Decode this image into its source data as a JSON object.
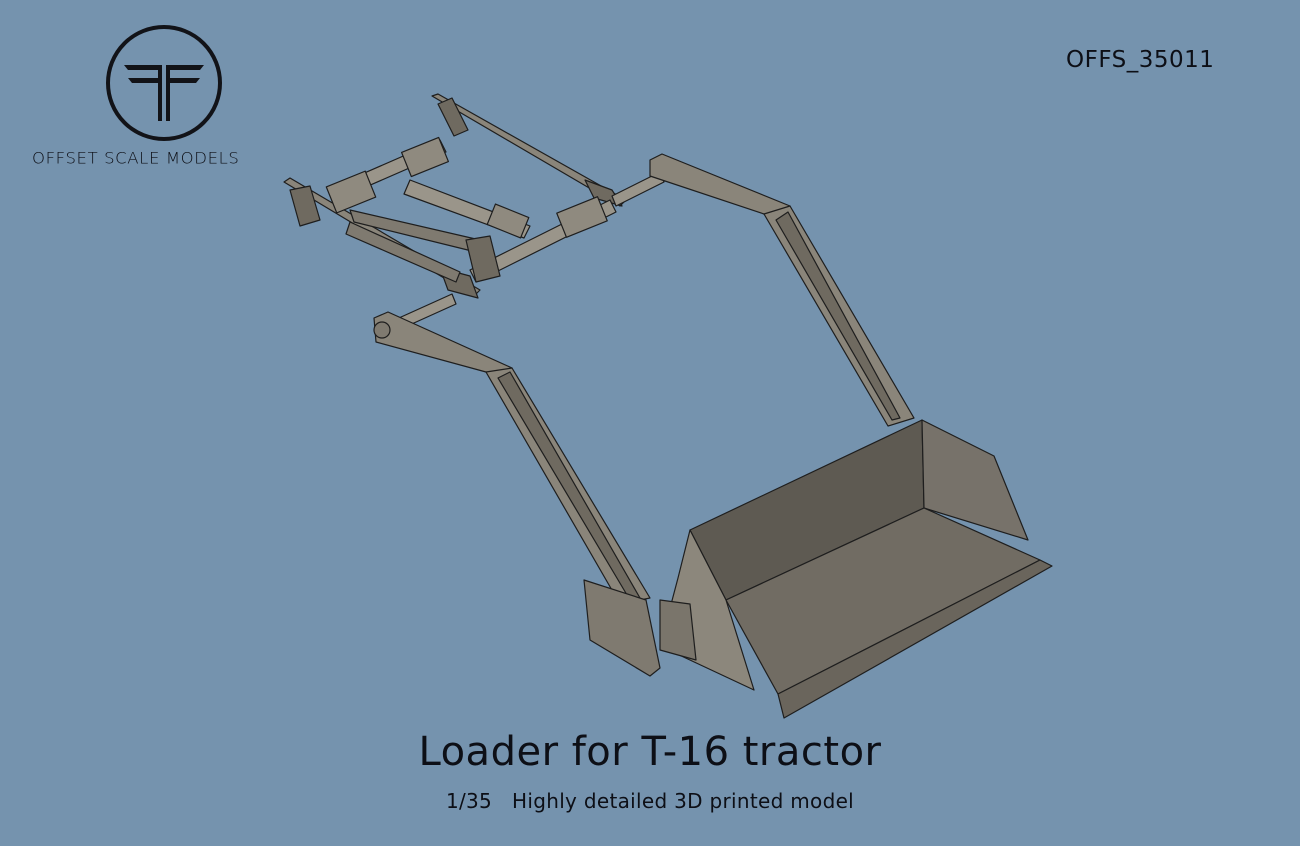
{
  "brand": {
    "logo_icon": "ff-monogram-circle-icon",
    "name": "OFFSET SCALE MODELS"
  },
  "product": {
    "sku": "OFFS_35011",
    "title": "Loader for T-16 tractor",
    "subtitle": "1/35   Highly detailed 3D printed model"
  },
  "image": {
    "subject": "3D CAD render of front loader frame with bucket",
    "background_color": "#7593ae",
    "model_color": "#7c776c",
    "text_color": "#0d0f16"
  }
}
